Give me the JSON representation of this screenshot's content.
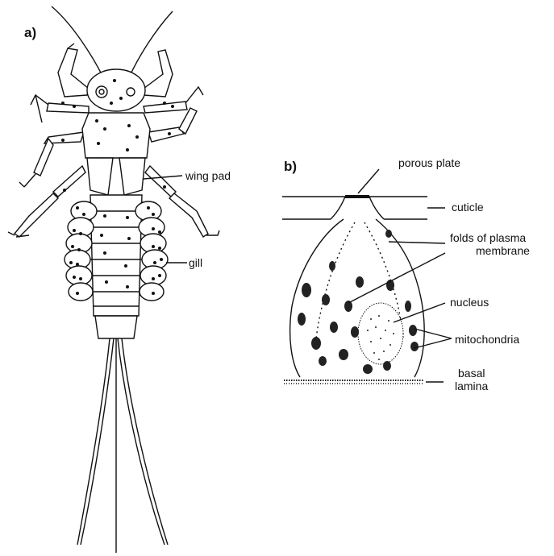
{
  "panels": {
    "a": {
      "label": "a)",
      "annotations": [
        "wing pad",
        "gill"
      ]
    },
    "b": {
      "label": "b)",
      "annotations": [
        "porous plate",
        "cuticle",
        "folds of plasma",
        "membrane",
        "nucleus",
        "mitochondria",
        "basal",
        "lamina"
      ]
    }
  },
  "colors": {
    "ink": "#111111",
    "background": "#ffffff"
  }
}
